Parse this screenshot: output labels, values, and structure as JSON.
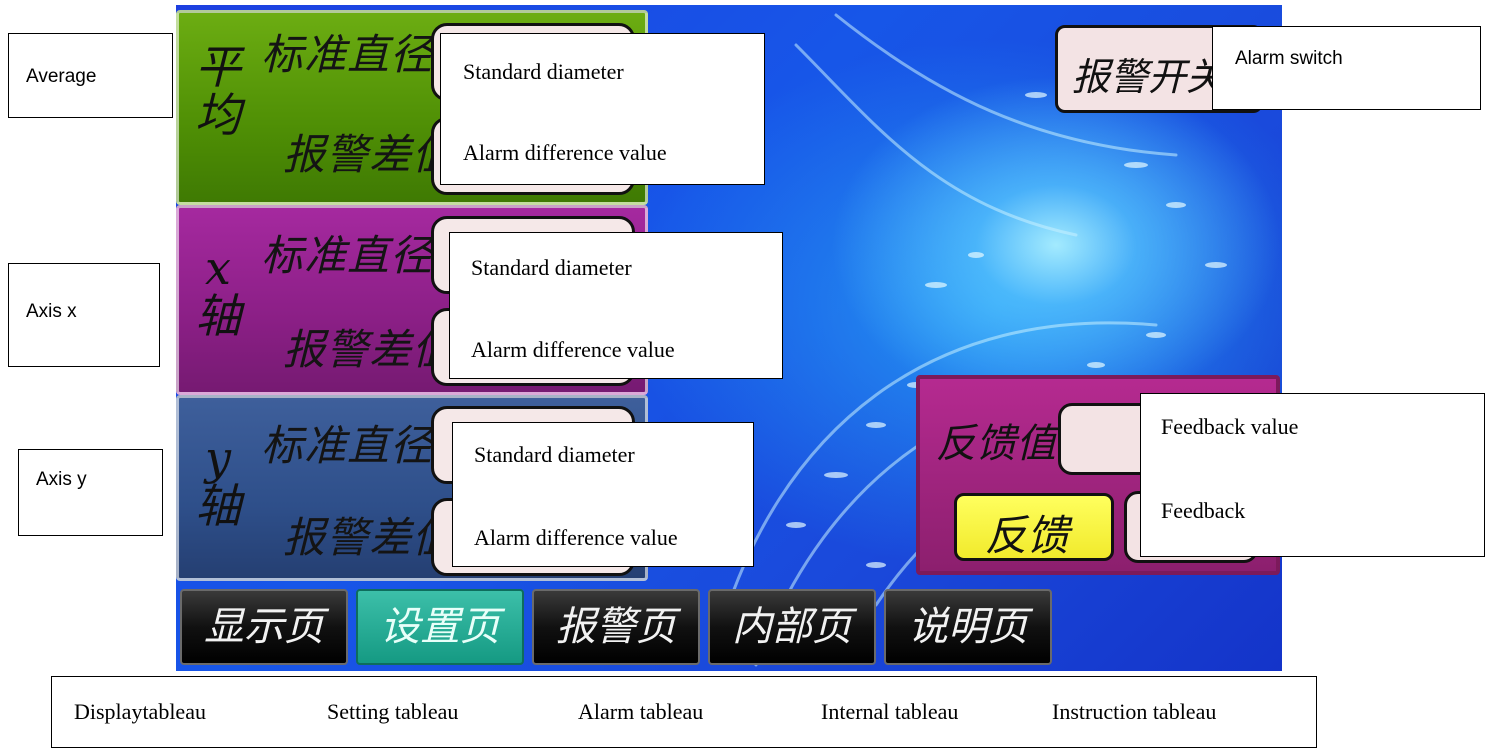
{
  "screen": {
    "average_panel": {
      "side_label": "平\n均",
      "standard_diameter_label": "标准直径",
      "alarm_difference_label": "报警差值"
    },
    "x_panel": {
      "side_label": "x\n轴",
      "standard_diameter_label": "标准直径",
      "alarm_difference_label": "报警差值"
    },
    "y_panel": {
      "side_label": "y\n轴",
      "standard_diameter_label": "标准直径",
      "alarm_difference_label": "报警差值"
    },
    "alarm_switch_label": "报警开关",
    "feedback_panel": {
      "feedback_value_label": "反馈值",
      "feedback_button_label": "反馈"
    },
    "nav": [
      {
        "label": "显示页",
        "active": false
      },
      {
        "label": "设置页",
        "active": true
      },
      {
        "label": "报警页",
        "active": false
      },
      {
        "label": "内部页",
        "active": false
      },
      {
        "label": "说明页",
        "active": false
      }
    ]
  },
  "annotations": {
    "average": "Average",
    "axis_x": "Axis x",
    "axis_y": "Axis y",
    "alarm_switch": "Alarm switch",
    "avg_box": {
      "standard": "Standard diameter",
      "alarm": "Alarm difference value"
    },
    "x_box": {
      "standard": "Standard diameter",
      "alarm": "Alarm difference value"
    },
    "y_box": {
      "standard": "Standard diameter",
      "alarm": "Alarm difference value"
    },
    "feedback_box": {
      "value": "Feedback value",
      "feedback": "Feedback"
    },
    "tabs": [
      "Displaytableau",
      "Setting tableau",
      "Alarm tableau",
      "Internal tableau",
      "Instruction tableau"
    ]
  },
  "colors": {
    "average_panel": "#4f8f05",
    "x_panel": "#8b1f86",
    "y_panel": "#2e4f8a",
    "background": "#1756e8",
    "feedback_button": "#f1ea2c",
    "active_tab": "#159a83"
  }
}
